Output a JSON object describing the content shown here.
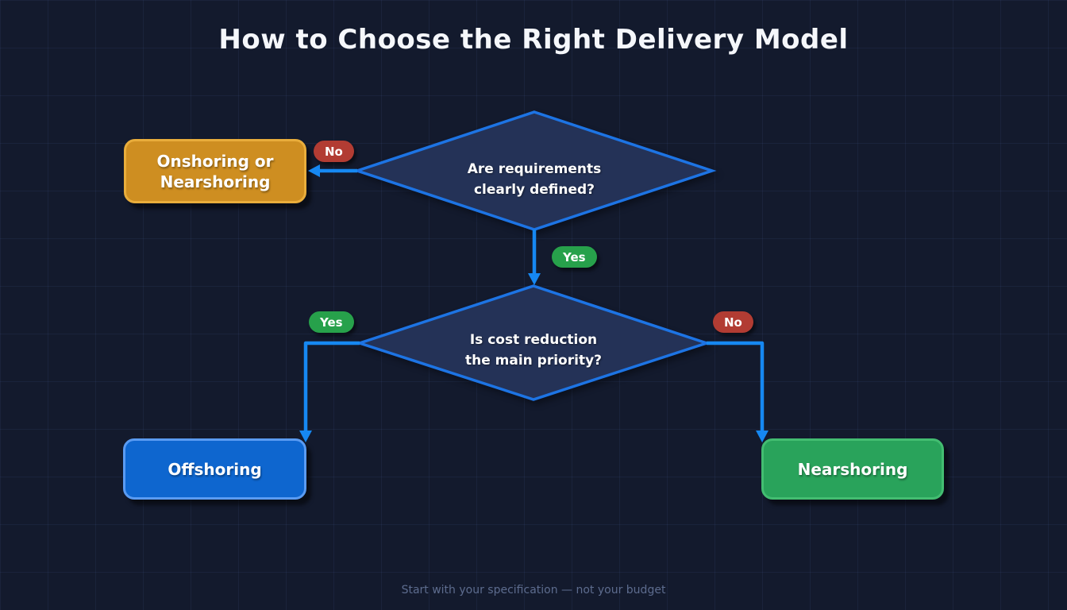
{
  "title": "How to Choose the Right Delivery Model",
  "footer": "Start with your specification — not your budget",
  "diagram": {
    "type": "flowchart",
    "decisions": [
      {
        "id": "requirements",
        "line1": "Are requirements",
        "line2": "clearly defined?"
      },
      {
        "id": "cost",
        "line1": "Is cost reduction",
        "line2": "the main priority?"
      }
    ],
    "outcomes": [
      {
        "id": "onshoring-or-nearshoring",
        "label": "Onshoring or Nearshoring",
        "line1": "Onshoring or",
        "line2": "Nearshoring",
        "color": "#ce8e21"
      },
      {
        "id": "offshoring",
        "label": "Offshoring",
        "color": "#0e66cf"
      },
      {
        "id": "nearshoring",
        "label": "Nearshoring",
        "color": "#29a35b"
      }
    ],
    "edges": [
      {
        "from": "Are requirements clearly defined?",
        "answer": "No",
        "to": "Onshoring or Nearshoring"
      },
      {
        "from": "Are requirements clearly defined?",
        "answer": "Yes",
        "to": "Is cost reduction the main priority?"
      },
      {
        "from": "Is cost reduction the main priority?",
        "answer": "Yes",
        "to": "Offshoring"
      },
      {
        "from": "Is cost reduction the main priority?",
        "answer": "No",
        "to": "Nearshoring"
      }
    ]
  },
  "colors": {
    "background": "#131a2d",
    "grid_line": "#1c2438",
    "diamond_fill": "#243257",
    "diamond_border": "#1d74e4",
    "arrow": "#1688f2",
    "badge_yes": "#27a14b",
    "badge_no": "#b23c33",
    "title_text": "#f5f7fb",
    "footer_text": "#5d6c8e"
  }
}
